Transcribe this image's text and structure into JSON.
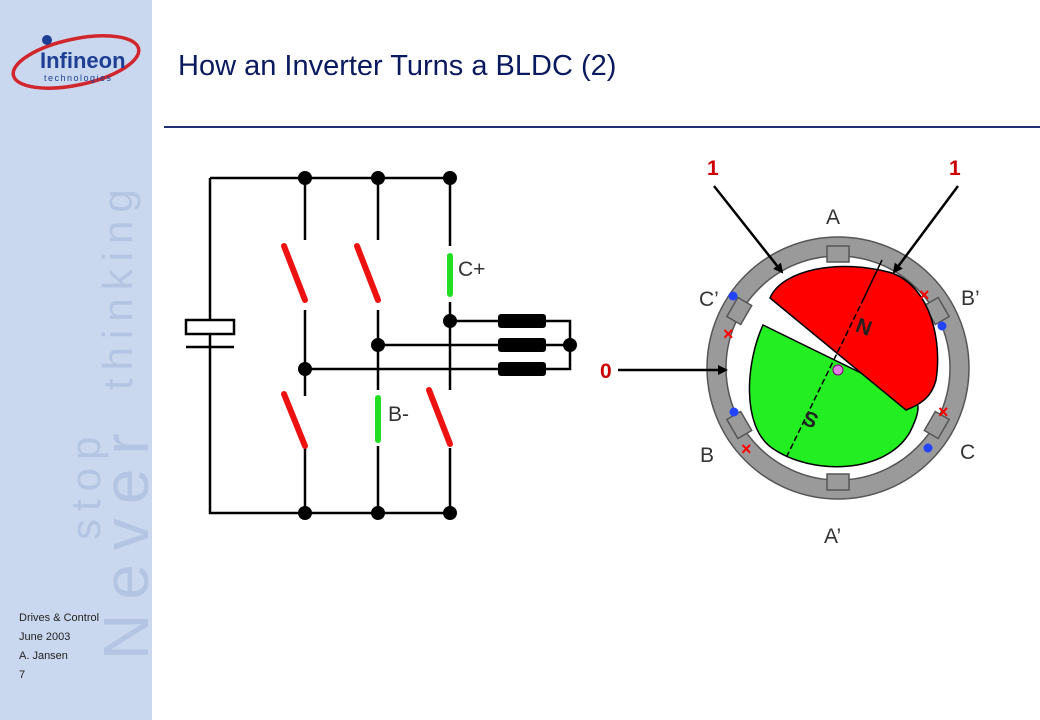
{
  "slide": {
    "title": "How an Inverter Turns a BLDC (2)"
  },
  "logo": {
    "name": "Infineon",
    "subtitle": "technologies"
  },
  "watermark": {
    "line1": "Never",
    "line2": "stop",
    "line3": "thinking"
  },
  "footer": {
    "department": "Drives & Control",
    "date": "June 2003",
    "author": "A. Jansen",
    "page": "7"
  },
  "inverter": {
    "active_high_label": "C+",
    "active_low_label": "B-"
  },
  "motor": {
    "phase_labels": {
      "a": "A",
      "a_prime": "A’",
      "b": "B",
      "b_prime": "B’",
      "c": "C",
      "c_prime": "C’"
    },
    "north_label": "N",
    "south_label": "S",
    "signals": {
      "upper_left": "1",
      "upper_right": "1",
      "left": "0"
    }
  },
  "colors": {
    "active_switch": "#22dd22",
    "inactive_switch": "#ee1111",
    "rotor_north": "#ff0000",
    "rotor_south": "#22ee22",
    "signal_high": "#cc0000",
    "signal_low": "#cc0000",
    "title": "#0a1a5e",
    "stator": "#9a9a9a"
  }
}
